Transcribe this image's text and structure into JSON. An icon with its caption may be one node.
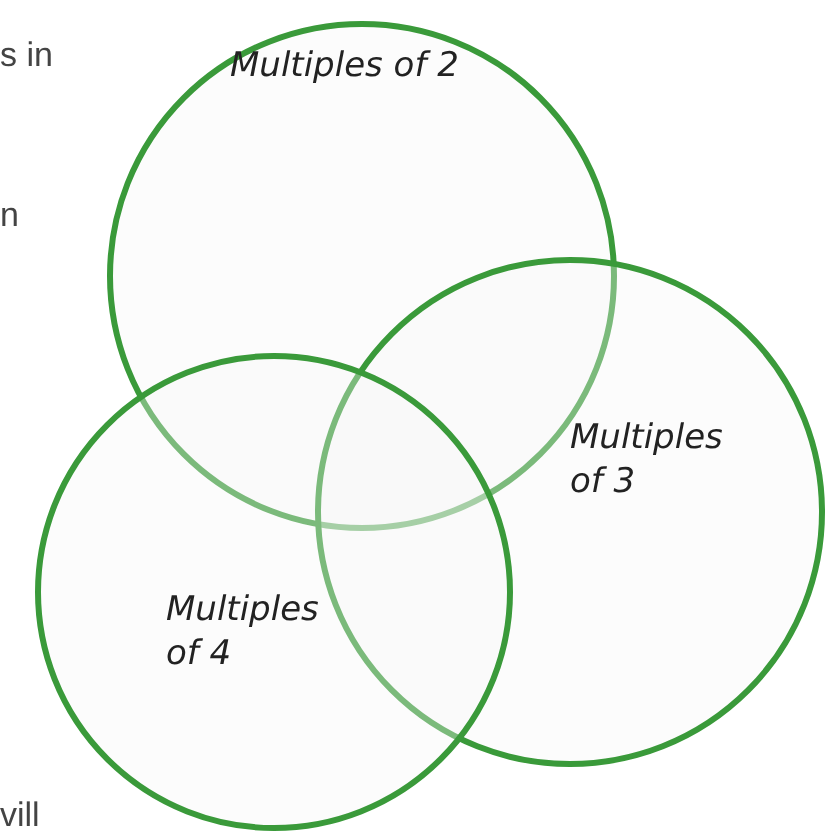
{
  "diagram": {
    "nodes": [
      {
        "text": [
          "Multiples of 2"
        ]
      },
      {
        "text": [
          "Multiples of 3"
        ]
      },
      {
        "text": [
          "Multiples of 4"
        ]
      }
    ],
    "labels": [
      "s in",
      "n",
      "vill"
    ]
  }
}
